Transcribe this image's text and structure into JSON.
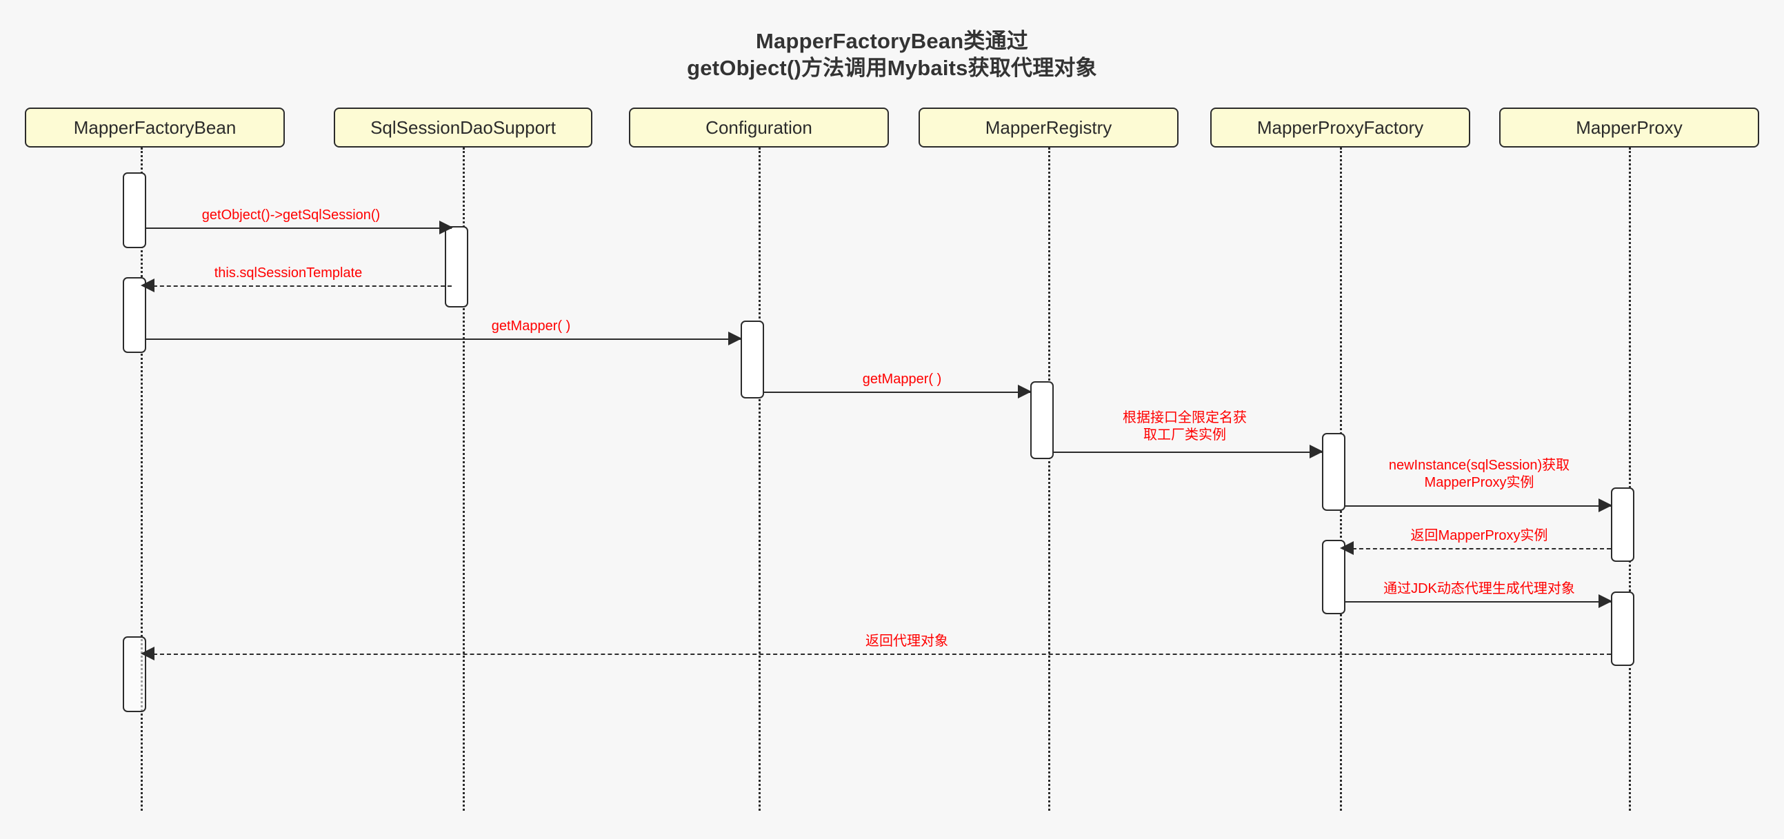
{
  "diagram": {
    "type": "uml-sequence-diagram",
    "title_lines": [
      "MapperFactoryBean类通过",
      "getObject()方法调用Mybaits获取代理对象"
    ],
    "colors": {
      "background": "#f7f7f7",
      "participant_fill": "#fdfbd4",
      "stroke": "#2b2b2b",
      "message_label": "#ff0000",
      "activation_fill": "#ffffff",
      "title_text": "#333333"
    },
    "participants": [
      {
        "id": "mapperFactoryBean",
        "label": "MapperFactoryBean"
      },
      {
        "id": "sqlSessionDaoSupport",
        "label": "SqlSessionDaoSupport"
      },
      {
        "id": "configuration",
        "label": "Configuration"
      },
      {
        "id": "mapperRegistry",
        "label": "MapperRegistry"
      },
      {
        "id": "mapperProxyFactory",
        "label": "MapperProxyFactory"
      },
      {
        "id": "mapperProxy",
        "label": "MapperProxy"
      }
    ],
    "messages": [
      {
        "index": 1,
        "from": "mapperFactoryBean",
        "to": "sqlSessionDaoSupport",
        "kind": "call",
        "direction": "right",
        "label": "getObject()->getSqlSession()"
      },
      {
        "index": 2,
        "from": "sqlSessionDaoSupport",
        "to": "mapperFactoryBean",
        "kind": "return",
        "direction": "left",
        "label": "this.sqlSessionTemplate"
      },
      {
        "index": 3,
        "from": "mapperFactoryBean",
        "to": "configuration",
        "kind": "call",
        "direction": "right",
        "label": "getMapper( )"
      },
      {
        "index": 4,
        "from": "configuration",
        "to": "mapperRegistry",
        "kind": "call",
        "direction": "right",
        "label": "getMapper( )"
      },
      {
        "index": 5,
        "from": "mapperRegistry",
        "to": "mapperProxyFactory",
        "kind": "call",
        "direction": "right",
        "label": "根据接口全限定名获\n取工厂类实例"
      },
      {
        "index": 6,
        "from": "mapperProxyFactory",
        "to": "mapperProxy",
        "kind": "call",
        "direction": "right",
        "label": "newInstance(sqlSession)获取\nMapperProxy实例"
      },
      {
        "index": 7,
        "from": "mapperProxy",
        "to": "mapperProxyFactory",
        "kind": "return",
        "direction": "left",
        "label": "返回MapperProxy实例"
      },
      {
        "index": 8,
        "from": "mapperProxyFactory",
        "to": "mapperProxy",
        "kind": "call",
        "direction": "right",
        "label": "通过JDK动态代理生成代理对象"
      },
      {
        "index": 9,
        "from": "mapperProxy",
        "to": "mapperFactoryBean",
        "kind": "return",
        "direction": "left",
        "label": "返回代理对象"
      }
    ]
  }
}
